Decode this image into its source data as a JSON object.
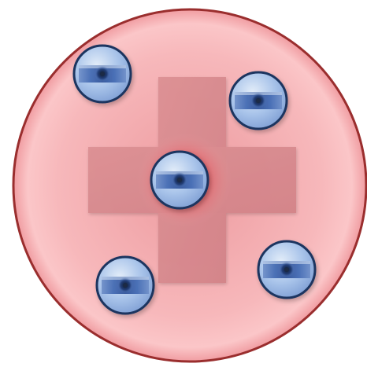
{
  "colors": {
    "sphere_fill_center": "#f6b9bc",
    "sphere_fill_edge": "#f4a3a7",
    "sphere_stroke": "#9a2e2e",
    "cross_fill": "#d98a8e",
    "core_glow": "#e8202a",
    "particle_fill_light": "#c9dbf2",
    "particle_fill_mid": "#8fb0e0",
    "particle_stroke": "#1d3560",
    "particle_band": "#2f5aa8",
    "particle_core": "#1a2a45"
  },
  "icons": {
    "sphere": "sphere-icon",
    "cross": "plus-sign-icon",
    "particle": "electron-icon"
  },
  "particles": [
    {
      "id": "electron-1"
    },
    {
      "id": "electron-2"
    },
    {
      "id": "electron-3"
    },
    {
      "id": "electron-4"
    },
    {
      "id": "electron-5"
    }
  ]
}
